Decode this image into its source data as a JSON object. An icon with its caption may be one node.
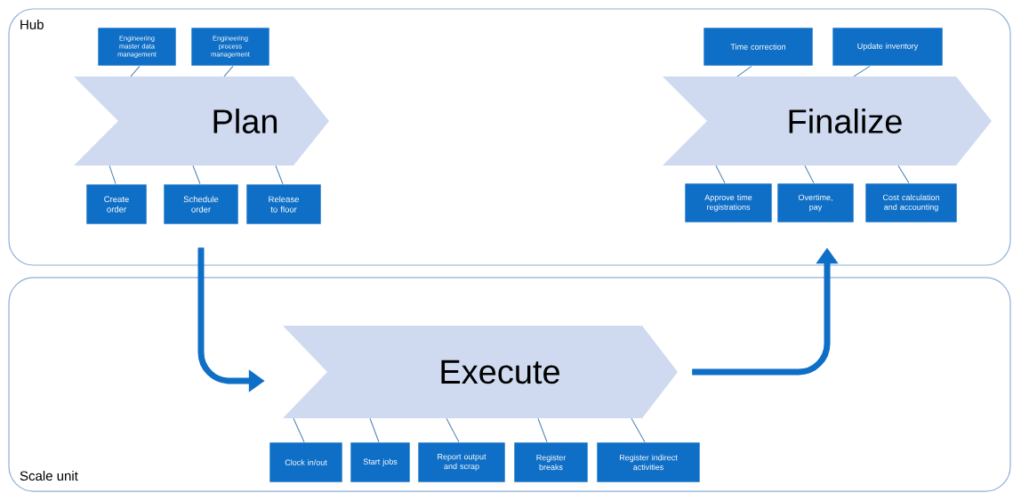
{
  "diagram": {
    "nodes": [
      {
        "text": [
          "Hub"
        ]
      },
      {
        "text": [
          "Scale unit"
        ]
      },
      {
        "text": [
          "Plan"
        ],
        "in": 0
      },
      {
        "text": [
          "Engineering master data management"
        ],
        "in": 0
      },
      {
        "text": [
          "Engineering process management"
        ],
        "in": 0
      },
      {
        "text": [
          "Create order"
        ],
        "in": 0
      },
      {
        "text": [
          "Schedule order"
        ],
        "in": 0
      },
      {
        "text": [
          "Release to floor"
        ],
        "in": 0
      },
      {
        "text": [
          "Finalize"
        ],
        "in": 0
      },
      {
        "text": [
          "Time correction"
        ],
        "in": 0
      },
      {
        "text": [
          "Update inventory"
        ],
        "in": 0
      },
      {
        "text": [
          "Approve time registrations"
        ],
        "in": 0
      },
      {
        "text": [
          "Overtime, pay"
        ],
        "in": 0
      },
      {
        "text": [
          "Cost calculation and accounting"
        ],
        "in": 0
      },
      {
        "text": [
          "Execute"
        ],
        "in": 1
      },
      {
        "text": [
          "Clock in/out"
        ],
        "in": 1
      },
      {
        "text": [
          "Start jobs"
        ],
        "in": 1
      },
      {
        "text": [
          "Report output and scrap"
        ],
        "in": 1
      },
      {
        "text": [
          "Register breaks"
        ],
        "in": 1
      },
      {
        "text": [
          "Register indirect activities"
        ],
        "in": 1
      }
    ],
    "edges": [
      {
        "from": 3,
        "to": 2,
        "arrow": "none"
      },
      {
        "from": 4,
        "to": 2,
        "arrow": "none"
      },
      {
        "from": 5,
        "to": 2,
        "arrow": "none"
      },
      {
        "from": 6,
        "to": 2,
        "arrow": "none"
      },
      {
        "from": 7,
        "to": 2,
        "arrow": "none"
      },
      {
        "from": 9,
        "to": 8,
        "arrow": "none"
      },
      {
        "from": 10,
        "to": 8,
        "arrow": "none"
      },
      {
        "from": 11,
        "to": 8,
        "arrow": "none"
      },
      {
        "from": 12,
        "to": 8,
        "arrow": "none"
      },
      {
        "from": 13,
        "to": 8,
        "arrow": "none"
      },
      {
        "from": 15,
        "to": 14,
        "arrow": "none"
      },
      {
        "from": 16,
        "to": 14,
        "arrow": "none"
      },
      {
        "from": 17,
        "to": 14,
        "arrow": "none"
      },
      {
        "from": 18,
        "to": 14,
        "arrow": "none"
      },
      {
        "from": 19,
        "to": 14,
        "arrow": "none"
      },
      {
        "from": 6,
        "to": 14,
        "arrow": "to",
        "style": "thick",
        "color": "#0f6fc6"
      },
      {
        "from": 14,
        "to": 12,
        "arrow": "to",
        "style": "thick",
        "color": "#0f6fc6"
      }
    ]
  }
}
